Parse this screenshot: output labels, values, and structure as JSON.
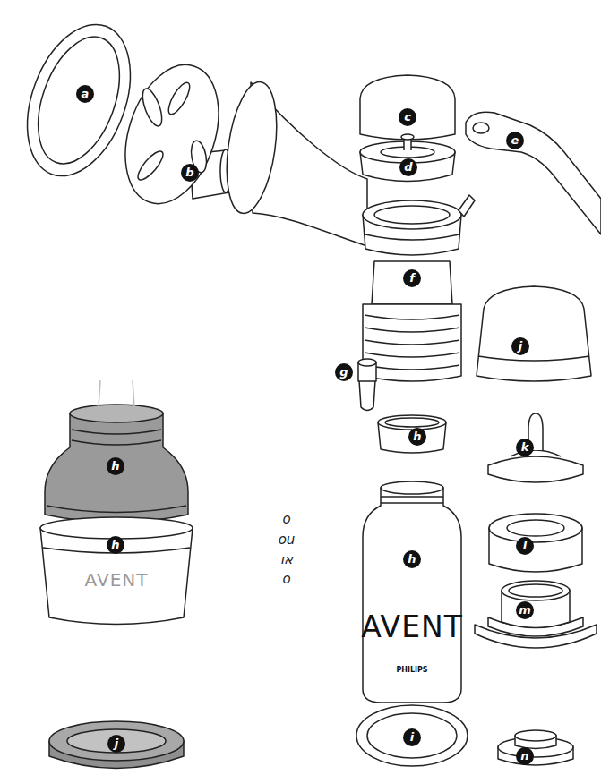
{
  "diagram": {
    "labels": [
      "a",
      "b",
      "c",
      "d",
      "e",
      "f",
      "j",
      "g",
      "h",
      "k",
      "h",
      "l",
      "o",
      "ou",
      "או",
      "o",
      "h",
      "m",
      "AVENT",
      "h",
      "AVENT",
      "PHILIPS",
      "j",
      "i",
      "n"
    ]
  }
}
